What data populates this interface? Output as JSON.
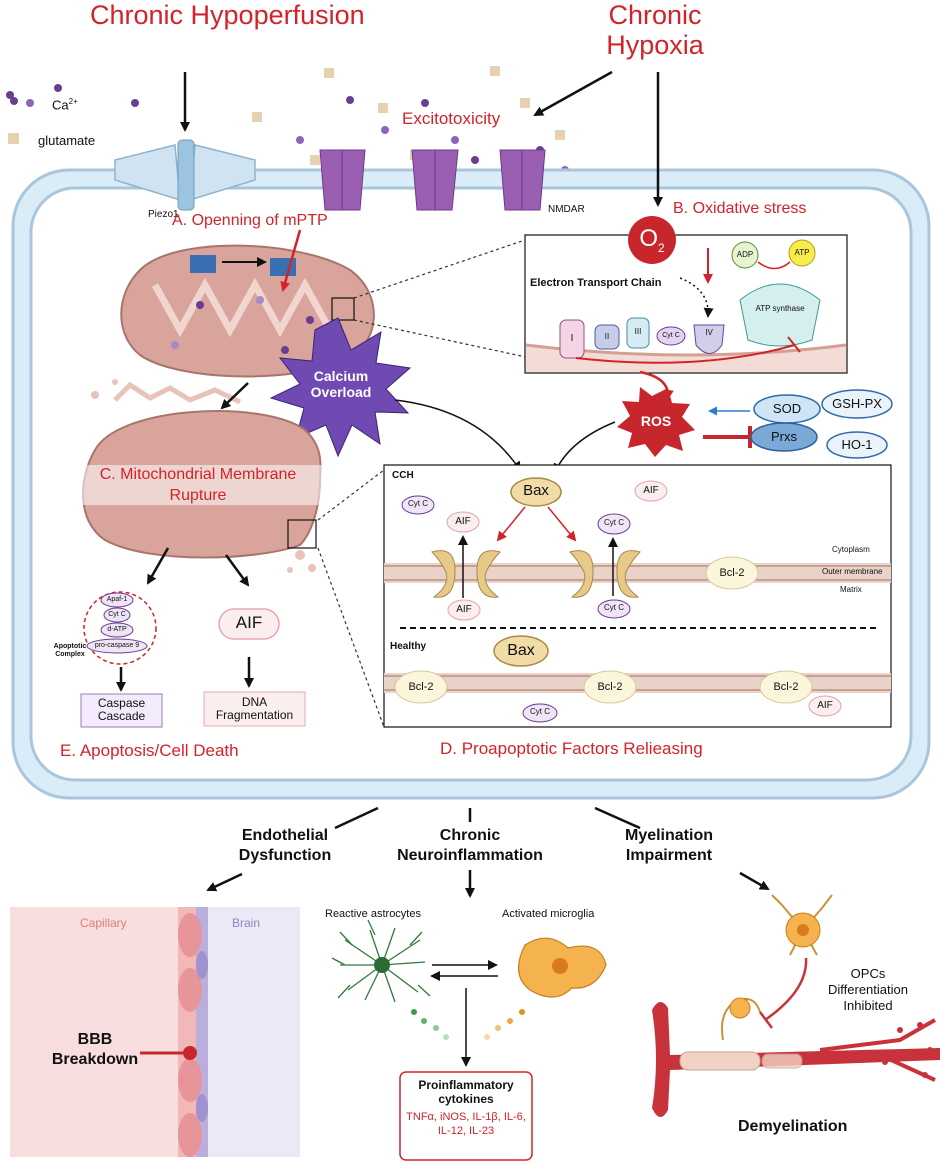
{
  "top": {
    "hypoperfusion": "Chronic Hypoperfusion",
    "hypoxia": "Chronic Hypoxia",
    "excitotoxicity": "Excitotoxicity",
    "ca_label": "Ca",
    "ca_sup": "2+",
    "glutamate_label": "glutamate",
    "piezo1": "Piezo1",
    "nmdar": "NMDAR"
  },
  "sections": {
    "a": "A. Openning of mPTP",
    "b": "B. Oxidative stress",
    "c": "C. Mitochondrial Membrane Rupture",
    "d": "D. Proapoptotic Factors Relieasing",
    "e": "E. Apoptosis/Cell Death"
  },
  "oxidative": {
    "o2": "O",
    "o2_sub": "2",
    "etc_title": "Electron Transport Chain",
    "complexes": [
      "I",
      "II",
      "III",
      "IV"
    ],
    "cytc": "Cyt C",
    "adp": "ADP",
    "atp": "ATP",
    "atp_synthase": "ATP synthase",
    "ros": "ROS",
    "antioxidants": [
      "SOD",
      "GSH-PX",
      "Prxs",
      "HO-1"
    ]
  },
  "calcium": "Calcium Overload",
  "apoptotic": {
    "complex_label": "Apoptotic Complex",
    "items": [
      "Apaf-1",
      "Cyt C",
      "d-ATP",
      "pro-caspase 9"
    ],
    "aif": "AIF",
    "caspase": "Caspase Cascade",
    "dna": "DNA Fragmentation"
  },
  "panel_d": {
    "cch": "CCH",
    "healthy": "Healthy",
    "bax": "Bax",
    "bcl2": "Bcl-2",
    "cytc": "Cyt C",
    "aif": "AIF",
    "cytoplasm": "Cytoplasm",
    "outer_membrane": "Outer membrane",
    "matrix": "Matrix"
  },
  "bottom": {
    "endothelial": "Endothelial Dysfunction",
    "neuroinflammation": "Chronic Neuroinflammation",
    "myelination": "Myelination Impairment",
    "capillary": "Capillary",
    "brain": "Brain",
    "bbb": "BBB Breakdown",
    "astrocytes": "Reactive astrocytes",
    "microglia": "Activated microglia",
    "cytokines_title": "Proinflammatory cytokines",
    "cytokines_list": "TNFα, iNOS, IL-1β, IL-6, IL-12, IL-23",
    "opcs": "OPCs Differentiation Inhibited",
    "demyelination": "Demyelination"
  },
  "colors": {
    "title_red": "#d3232a",
    "cell_blue": "#d9ecf7",
    "mito_pink": "#d8a49c",
    "nmdar_purple": "#9a5fb3",
    "ros_red": "#c8262d",
    "calcium_purple": "#6e4ab2",
    "antioxidant_blue": "#7aa9d8",
    "myelin_red": "#c8323a"
  }
}
